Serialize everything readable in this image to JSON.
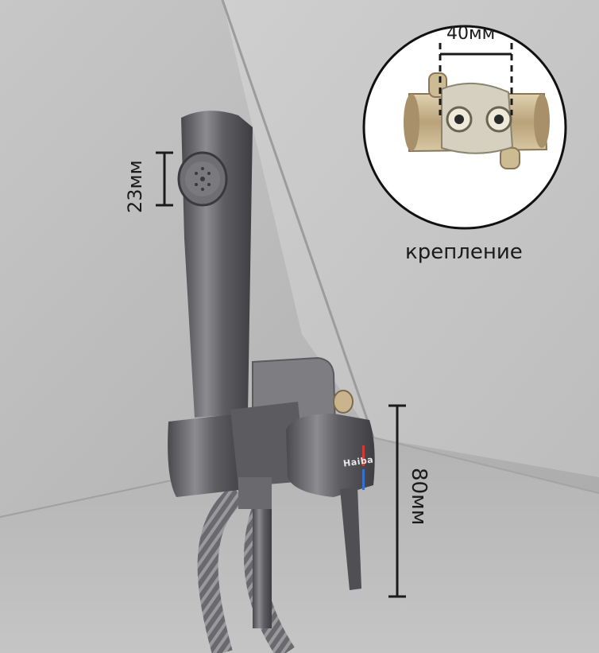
{
  "labels": {
    "spacing": "40мм",
    "mount": "крепление",
    "nozzle": "23мм",
    "height": "80мм",
    "brand": "Haiba"
  },
  "colors": {
    "wall_light": "#c4c4c4",
    "wall_dark": "#a8a8a8",
    "metal": "#5c5c60",
    "metal_light": "#8a8a8e",
    "brass": "#c9b48e",
    "ink": "#1b1b1b"
  }
}
